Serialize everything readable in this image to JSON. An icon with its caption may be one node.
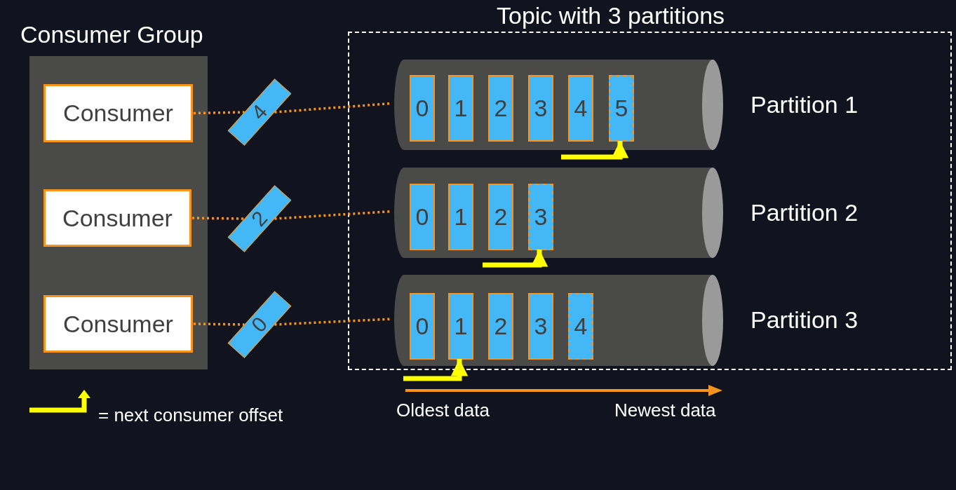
{
  "diagram": {
    "nodes": [
      {
        "text": [
          "Consumer Group"
        ]
      },
      {
        "text": [
          "Consumer"
        ],
        "in": 0
      },
      {
        "text": [
          "Consumer"
        ],
        "in": 0
      },
      {
        "text": [
          "Consumer"
        ],
        "in": 0
      },
      {
        "text": [
          "Topic with 3 partitions"
        ]
      },
      {
        "text": [
          "Partition 1"
        ],
        "in": 4
      },
      {
        "text": [
          "0"
        ],
        "in": 5
      },
      {
        "text": [
          "1"
        ],
        "in": 5
      },
      {
        "text": [
          "2"
        ],
        "in": 5
      },
      {
        "text": [
          "3"
        ],
        "in": 5
      },
      {
        "text": [
          "4"
        ],
        "in": 5
      },
      {
        "text": [
          "5"
        ],
        "in": 5
      },
      {
        "text": [
          "Partition 2"
        ],
        "in": 4
      },
      {
        "text": [
          "0"
        ],
        "in": 12
      },
      {
        "text": [
          "1"
        ],
        "in": 12
      },
      {
        "text": [
          "2"
        ],
        "in": 12
      },
      {
        "text": [
          "3"
        ],
        "in": 12
      },
      {
        "text": [
          "Partition 3"
        ],
        "in": 4
      },
      {
        "text": [
          "0"
        ],
        "in": 17
      },
      {
        "text": [
          "1"
        ],
        "in": 17
      },
      {
        "text": [
          "2"
        ],
        "in": 17
      },
      {
        "text": [
          "3"
        ],
        "in": 17
      },
      {
        "text": [
          "4"
        ],
        "in": 17
      },
      {
        "text": [
          "4"
        ]
      },
      {
        "text": [
          "2"
        ]
      },
      {
        "text": [
          "0"
        ]
      }
    ],
    "edges": [
      {
        "from": 1,
        "to": 23,
        "arrow": "none",
        "style": "dashed"
      },
      {
        "from": 23,
        "to": 5,
        "arrow": "none",
        "style": "dashed"
      },
      {
        "from": 2,
        "to": 24,
        "arrow": "none",
        "style": "dashed"
      },
      {
        "from": 24,
        "to": 12,
        "arrow": "none",
        "style": "dashed"
      },
      {
        "from": 3,
        "to": 25,
        "arrow": "none",
        "style": "dashed"
      },
      {
        "from": 25,
        "to": 17,
        "arrow": "none",
        "style": "dashed"
      },
      {
        "from": null,
        "to": 11,
        "arrow": "to",
        "style": "thick",
        "color": "#ffff00"
      },
      {
        "from": null,
        "to": 16,
        "arrow": "to",
        "style": "thick",
        "color": "#ffff00"
      },
      {
        "from": null,
        "to": 19,
        "arrow": "to",
        "style": "thick",
        "color": "#ffff00"
      }
    ],
    "labels": [
      "Oldest data",
      "Newest data"
    ],
    "legend": [
      {
        "text": "= next consumer offset"
      }
    ]
  }
}
